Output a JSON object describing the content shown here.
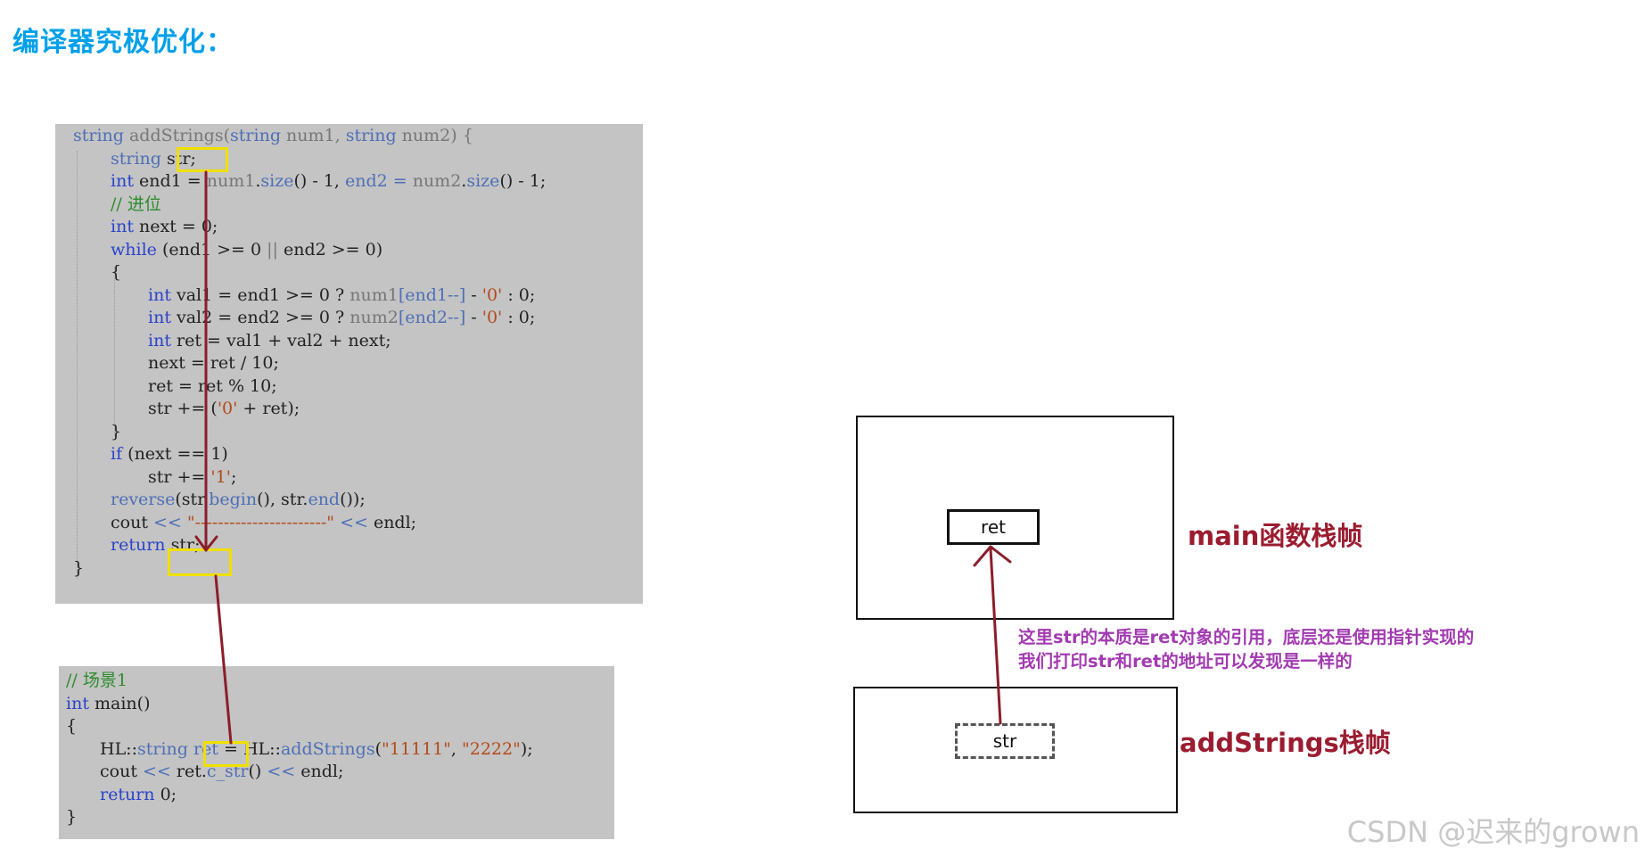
{
  "header": {
    "title": "编译器究极优化："
  },
  "code_top": {
    "lines": [
      [
        [
          "string ",
          "ty"
        ],
        [
          "addStrings",
          "gy"
        ],
        [
          "(",
          "gy"
        ],
        [
          "string ",
          "ty"
        ],
        [
          "num1, ",
          "gy"
        ],
        [
          "string ",
          "ty"
        ],
        [
          "num2) {",
          "gy"
        ]
      ],
      [
        [
          "string ",
          "ty"
        ],
        [
          "str;",
          ""
        ]
      ],
      [
        [
          "int ",
          "kw"
        ],
        [
          "end1 = ",
          ""
        ],
        [
          "num1",
          "gy"
        ],
        [
          ".",
          ""
        ],
        [
          "size",
          "ty"
        ],
        [
          "() - 1, ",
          ""
        ],
        [
          "end2 = ",
          "ty"
        ],
        [
          "num2",
          "gy"
        ],
        [
          ".",
          ""
        ],
        [
          "size",
          "ty"
        ],
        [
          "() - 1;",
          ""
        ]
      ],
      [
        [
          "// 进位",
          "cm"
        ]
      ],
      [
        [
          "int ",
          "kw"
        ],
        [
          "next = 0;",
          ""
        ]
      ],
      [
        [
          "while ",
          "kw"
        ],
        [
          "(end1 >= 0 ",
          ""
        ],
        [
          "|| ",
          "gy"
        ],
        [
          "end2 >= 0)",
          ""
        ]
      ],
      [
        [
          "{",
          ""
        ]
      ],
      [
        [
          "int ",
          "kw"
        ],
        [
          "val1 = end1 >= 0 ? ",
          ""
        ],
        [
          "num1",
          "gy"
        ],
        [
          "[end1--] ",
          "ty"
        ],
        [
          "- ",
          ""
        ],
        [
          "'0'",
          "st"
        ],
        [
          " : 0;",
          ""
        ]
      ],
      [
        [
          "int ",
          "kw"
        ],
        [
          "val2 = end2 >= 0 ? ",
          ""
        ],
        [
          "num2",
          "gy"
        ],
        [
          "[end2--] ",
          "ty"
        ],
        [
          "- ",
          ""
        ],
        [
          "'0'",
          "st"
        ],
        [
          " : 0;",
          ""
        ]
      ],
      [
        [
          "int ",
          "kw"
        ],
        [
          "ret = val1 + val2 + next;",
          ""
        ]
      ],
      [
        [
          "next = ret / 10;",
          ""
        ]
      ],
      [
        [
          "ret = ret % 10;",
          ""
        ]
      ],
      [
        [
          "str += (",
          ""
        ],
        [
          "'0'",
          "st"
        ],
        [
          " + ret);",
          ""
        ]
      ],
      [
        [
          "}",
          ""
        ]
      ],
      [
        [
          "if ",
          "kw"
        ],
        [
          "(next == 1)",
          ""
        ]
      ],
      [
        [
          "str += ",
          ""
        ],
        [
          "'1'",
          "st"
        ],
        [
          ";",
          ""
        ]
      ],
      [
        [
          "reverse",
          "ty"
        ],
        [
          "(str.",
          ""
        ],
        [
          "begin",
          "ty"
        ],
        [
          "(), str.",
          ""
        ],
        [
          "end",
          "ty"
        ],
        [
          "());",
          ""
        ]
      ],
      [
        [
          "cout ",
          ""
        ],
        [
          "<< ",
          "ty"
        ],
        [
          "\"-----------------------\"",
          "st"
        ],
        [
          " << ",
          "ty"
        ],
        [
          "endl;",
          ""
        ]
      ],
      [
        [
          "return ",
          "kw"
        ],
        [
          "str;",
          ""
        ]
      ],
      [
        [
          "}",
          ""
        ]
      ]
    ]
  },
  "code_bottom": {
    "lines": [
      [
        [
          "// 场景1",
          "cm"
        ]
      ],
      [
        [
          "int ",
          "kw"
        ],
        [
          "main()",
          ""
        ]
      ],
      [
        [
          "{",
          ""
        ]
      ],
      [
        [
          "HL::",
          ""
        ],
        [
          "string ",
          "ty"
        ],
        [
          "ret ",
          "ty"
        ],
        [
          "= HL::",
          ""
        ],
        [
          "addStrings",
          "ty"
        ],
        [
          "(",
          ""
        ],
        [
          "\"11111\"",
          "st"
        ],
        [
          ", ",
          ""
        ],
        [
          "\"2222\"",
          "st"
        ],
        [
          ");",
          ""
        ]
      ],
      [
        [
          "cout ",
          ""
        ],
        [
          "<< ",
          "ty"
        ],
        [
          "ret.",
          ""
        ],
        [
          "c_str",
          "ty"
        ],
        [
          "() ",
          ""
        ],
        [
          "<< ",
          "ty"
        ],
        [
          "endl;",
          ""
        ]
      ],
      [
        [
          "return ",
          "kw"
        ],
        [
          "0;",
          ""
        ]
      ],
      [
        [
          "}",
          ""
        ]
      ]
    ]
  },
  "diagram": {
    "main_frame_label": "main函数栈帧",
    "add_frame_label": "addStrings栈帧",
    "ret_var": "ret",
    "str_var": "str",
    "note_line1": "这里str的本质是ret对象的引用，底层还是使用指针实现的",
    "note_line2": "我们打印str和ret的地址可以发现是一样的",
    "arrow_color": "#8b1e2b"
  },
  "footer": {
    "watermark": "CSDN @迟来的grown"
  }
}
